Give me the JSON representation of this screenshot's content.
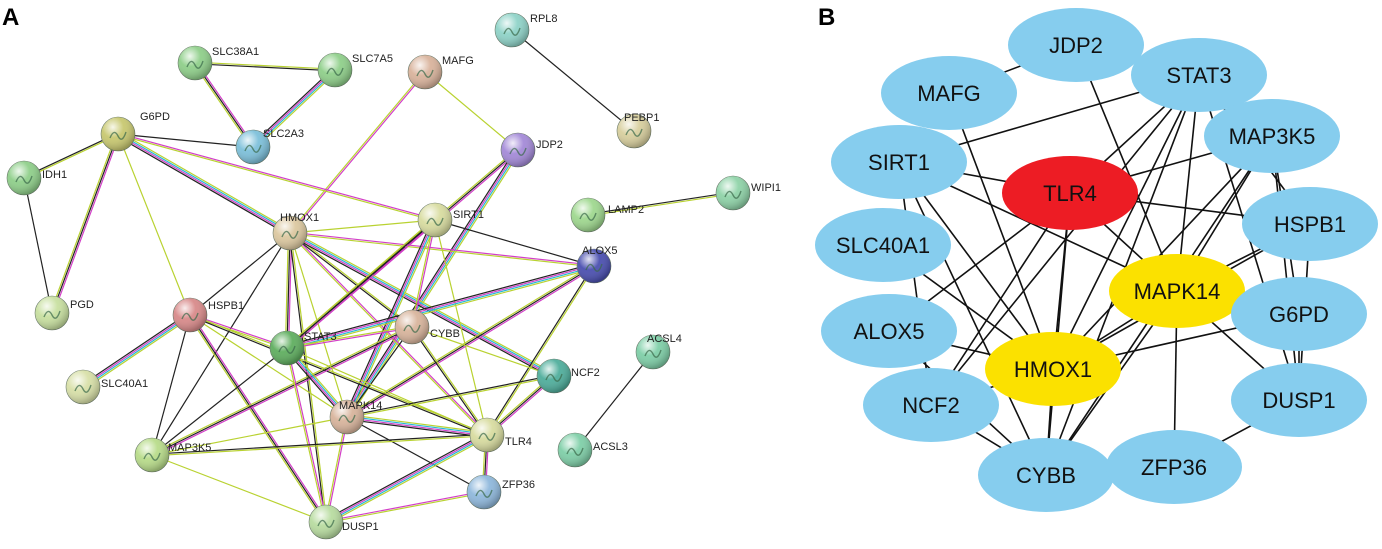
{
  "panels": {
    "a": {
      "letter": "A",
      "nodes": [
        {
          "id": "RPL8",
          "color": "#8fd3c8"
        },
        {
          "id": "SLC38A1",
          "color": "#8fcf8a"
        },
        {
          "id": "SLC7A5",
          "color": "#8fcf8a"
        },
        {
          "id": "MAFG",
          "color": "#d9b39c"
        },
        {
          "id": "PEBP1",
          "color": "#d8cf9e"
        },
        {
          "id": "G6PD",
          "color": "#c8c870"
        },
        {
          "id": "SLC2A3",
          "color": "#7dc0da"
        },
        {
          "id": "JDP2",
          "color": "#a48ad8"
        },
        {
          "id": "IDH1",
          "color": "#8fcf8a"
        },
        {
          "id": "WIPI1",
          "color": "#8fd3a8"
        },
        {
          "id": "LAMP2",
          "color": "#9fd88f"
        },
        {
          "id": "HMOX1",
          "color": "#dcc8a0"
        },
        {
          "id": "SIRT1",
          "color": "#d8dca0"
        },
        {
          "id": "ALOX5",
          "color": "#4a4fb0"
        },
        {
          "id": "PGD",
          "color": "#c8e0a0"
        },
        {
          "id": "HSPB1",
          "color": "#d88a8a"
        },
        {
          "id": "CYBB",
          "color": "#d8b49c"
        },
        {
          "id": "STAT3",
          "color": "#5fae5f"
        },
        {
          "id": "ACSL4",
          "color": "#7fcfa8"
        },
        {
          "id": "SLC40A1",
          "color": "#d8e0a8"
        },
        {
          "id": "NCF2",
          "color": "#4fae9c"
        },
        {
          "id": "MAPK14",
          "color": "#d8b49c"
        },
        {
          "id": "TLR4",
          "color": "#d8dca0"
        },
        {
          "id": "ACSL3",
          "color": "#7fcfa8"
        },
        {
          "id": "MAP3K5",
          "color": "#b8dc8a"
        },
        {
          "id": "ZFP36",
          "color": "#8fb8dc"
        },
        {
          "id": "DUSP1",
          "color": "#b8dca0"
        }
      ],
      "edges": [
        [
          "RPL8",
          "PEBP1"
        ],
        [
          "SLC38A1",
          "SLC7A5"
        ],
        [
          "SLC38A1",
          "SLC2A3"
        ],
        [
          "SLC7A5",
          "SLC2A3"
        ],
        [
          "MAFG",
          "JDP2"
        ],
        [
          "MAFG",
          "HMOX1"
        ],
        [
          "G6PD",
          "SLC2A3"
        ],
        [
          "G6PD",
          "IDH1"
        ],
        [
          "G6PD",
          "PGD"
        ],
        [
          "G6PD",
          "HMOX1"
        ],
        [
          "G6PD",
          "HSPB1"
        ],
        [
          "G6PD",
          "SIRT1"
        ],
        [
          "IDH1",
          "PGD"
        ],
        [
          "WIPI1",
          "LAMP2"
        ],
        [
          "JDP2",
          "STAT3"
        ],
        [
          "JDP2",
          "MAPK14"
        ],
        [
          "HMOX1",
          "SIRT1"
        ],
        [
          "HMOX1",
          "ALOX5"
        ],
        [
          "HMOX1",
          "HSPB1"
        ],
        [
          "HMOX1",
          "CYBB"
        ],
        [
          "HMOX1",
          "STAT3"
        ],
        [
          "HMOX1",
          "NCF2"
        ],
        [
          "HMOX1",
          "MAPK14"
        ],
        [
          "HMOX1",
          "TLR4"
        ],
        [
          "HMOX1",
          "MAP3K5"
        ],
        [
          "HMOX1",
          "DUSP1"
        ],
        [
          "SIRT1",
          "STAT3"
        ],
        [
          "SIRT1",
          "MAPK14"
        ],
        [
          "SIRT1",
          "TLR4"
        ],
        [
          "SIRT1",
          "CYBB"
        ],
        [
          "SIRT1",
          "ALOX5"
        ],
        [
          "ALOX5",
          "TLR4"
        ],
        [
          "ALOX5",
          "MAPK14"
        ],
        [
          "ALOX5",
          "STAT3"
        ],
        [
          "HSPB1",
          "MAPK14"
        ],
        [
          "HSPB1",
          "STAT3"
        ],
        [
          "HSPB1",
          "MAP3K5"
        ],
        [
          "HSPB1",
          "TLR4"
        ],
        [
          "HSPB1",
          "DUSP1"
        ],
        [
          "HSPB1",
          "SLC40A1"
        ],
        [
          "CYBB",
          "NCF2"
        ],
        [
          "CYBB",
          "STAT3"
        ],
        [
          "CYBB",
          "MAPK14"
        ],
        [
          "CYBB",
          "TLR4"
        ],
        [
          "CYBB",
          "MAP3K5"
        ],
        [
          "STAT3",
          "MAPK14"
        ],
        [
          "STAT3",
          "TLR4"
        ],
        [
          "STAT3",
          "DUSP1"
        ],
        [
          "STAT3",
          "MAP3K5"
        ],
        [
          "NCF2",
          "MAPK14"
        ],
        [
          "NCF2",
          "TLR4"
        ],
        [
          "MAPK14",
          "TLR4"
        ],
        [
          "MAPK14",
          "MAP3K5"
        ],
        [
          "MAPK14",
          "DUSP1"
        ],
        [
          "MAPK14",
          "ZFP36"
        ],
        [
          "TLR4",
          "MAP3K5"
        ],
        [
          "TLR4",
          "ZFP36"
        ],
        [
          "TLR4",
          "DUSP1"
        ],
        [
          "MAP3K5",
          "DUSP1"
        ],
        [
          "DUSP1",
          "ZFP36"
        ],
        [
          "ACSL4",
          "ACSL3"
        ]
      ]
    },
    "b": {
      "letter": "B",
      "nodes": [
        {
          "id": "JDP2",
          "fill": "#86cdee"
        },
        {
          "id": "MAFG",
          "fill": "#86cdee"
        },
        {
          "id": "STAT3",
          "fill": "#86cdee"
        },
        {
          "id": "MAP3K5",
          "fill": "#86cdee"
        },
        {
          "id": "SIRT1",
          "fill": "#86cdee"
        },
        {
          "id": "TLR4",
          "fill": "#ed1c24"
        },
        {
          "id": "HSPB1",
          "fill": "#86cdee"
        },
        {
          "id": "SLC40A1",
          "fill": "#86cdee"
        },
        {
          "id": "MAPK14",
          "fill": "#fbe100"
        },
        {
          "id": "G6PD",
          "fill": "#86cdee"
        },
        {
          "id": "ALOX5",
          "fill": "#86cdee"
        },
        {
          "id": "HMOX1",
          "fill": "#fbe100"
        },
        {
          "id": "DUSP1",
          "fill": "#86cdee"
        },
        {
          "id": "NCF2",
          "fill": "#86cdee"
        },
        {
          "id": "CYBB",
          "fill": "#86cdee"
        },
        {
          "id": "ZFP36",
          "fill": "#86cdee"
        }
      ],
      "edges": [
        [
          "MAFG",
          "JDP2"
        ],
        [
          "MAFG",
          "HMOX1"
        ],
        [
          "JDP2",
          "MAPK14"
        ],
        [
          "STAT3",
          "SIRT1"
        ],
        [
          "STAT3",
          "MAPK14"
        ],
        [
          "STAT3",
          "HMOX1"
        ],
        [
          "STAT3",
          "TLR4"
        ],
        [
          "STAT3",
          "CYBB"
        ],
        [
          "STAT3",
          "NCF2"
        ],
        [
          "STAT3",
          "DUSP1"
        ],
        [
          "MAP3K5",
          "MAPK14"
        ],
        [
          "MAP3K5",
          "HMOX1"
        ],
        [
          "MAP3K5",
          "TLR4"
        ],
        [
          "MAP3K5",
          "CYBB"
        ],
        [
          "MAP3K5",
          "DUSP1"
        ],
        [
          "MAP3K5",
          "G6PD"
        ],
        [
          "SIRT1",
          "TLR4"
        ],
        [
          "SIRT1",
          "HMOX1"
        ],
        [
          "SIRT1",
          "MAPK14"
        ],
        [
          "SIRT1",
          "CYBB"
        ],
        [
          "SIRT1",
          "NCF2"
        ],
        [
          "TLR4",
          "HSPB1"
        ],
        [
          "TLR4",
          "MAPK14"
        ],
        [
          "TLR4",
          "HMOX1"
        ],
        [
          "TLR4",
          "ALOX5"
        ],
        [
          "TLR4",
          "NCF2"
        ],
        [
          "TLR4",
          "CYBB"
        ],
        [
          "HSPB1",
          "HMOX1"
        ],
        [
          "HSPB1",
          "MAPK14"
        ],
        [
          "HSPB1",
          "DUSP1"
        ],
        [
          "HSPB1",
          "STAT3"
        ],
        [
          "SLC40A1",
          "HMOX1"
        ],
        [
          "MAPK14",
          "HMOX1"
        ],
        [
          "MAPK14",
          "DUSP1"
        ],
        [
          "MAPK14",
          "CYBB"
        ],
        [
          "MAPK14",
          "ZFP36"
        ],
        [
          "MAPK14",
          "G6PD"
        ],
        [
          "ALOX5",
          "HMOX1"
        ],
        [
          "ALOX5",
          "CYBB"
        ],
        [
          "HMOX1",
          "NCF2"
        ],
        [
          "HMOX1",
          "CYBB"
        ],
        [
          "HMOX1",
          "G6PD"
        ],
        [
          "NCF2",
          "CYBB"
        ],
        [
          "DUSP1",
          "ZFP36"
        ],
        [
          "G6PD",
          "DUSP1"
        ]
      ]
    }
  }
}
